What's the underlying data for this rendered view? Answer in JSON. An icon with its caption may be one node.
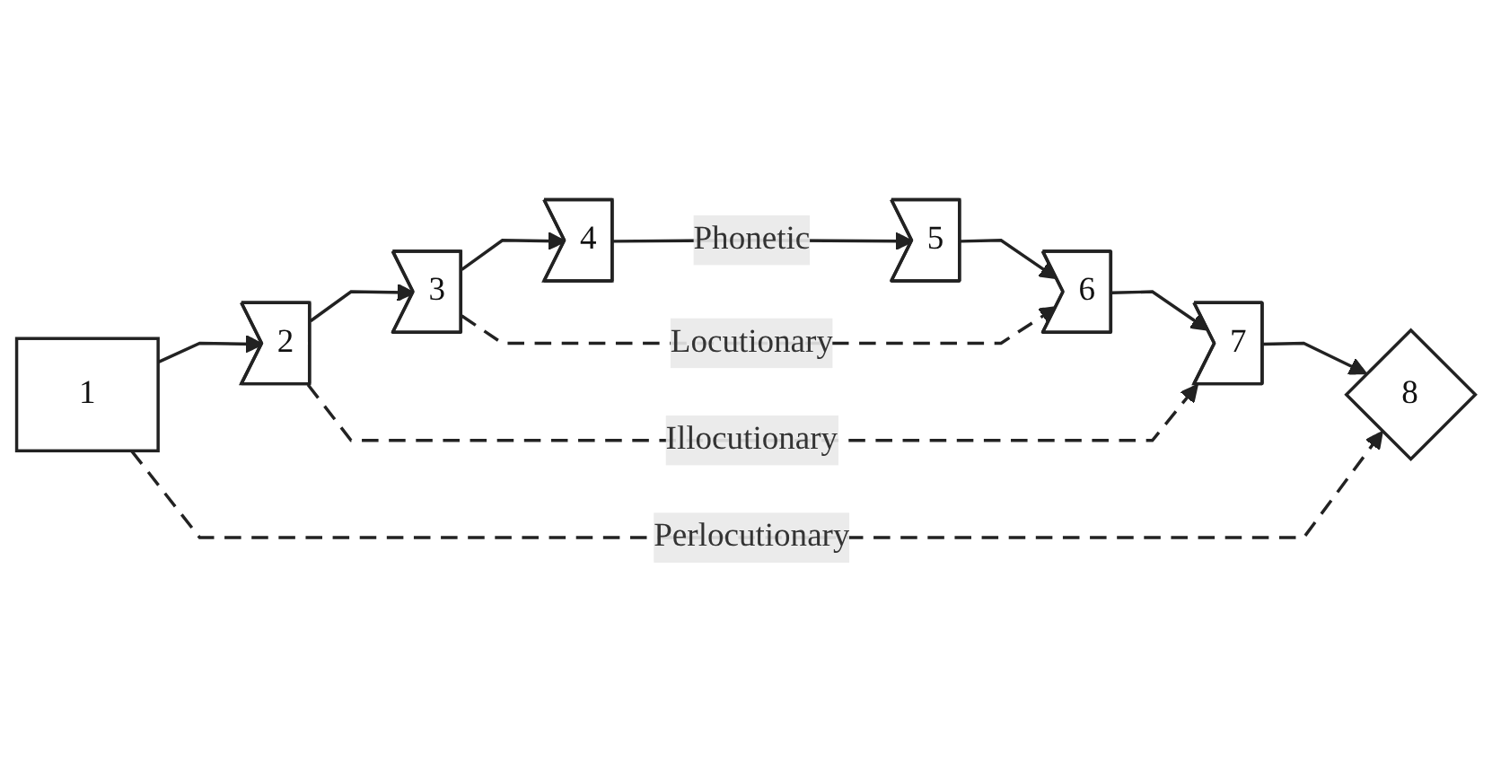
{
  "diagram": {
    "nodes": [
      {
        "text": [
          "1"
        ]
      },
      {
        "text": [
          "2"
        ]
      },
      {
        "text": [
          "3"
        ]
      },
      {
        "text": [
          "4"
        ]
      },
      {
        "text": [
          "5"
        ]
      },
      {
        "text": [
          "6"
        ]
      },
      {
        "text": [
          "7"
        ]
      },
      {
        "text": [
          "8"
        ]
      }
    ],
    "edges": [
      {
        "from": 0,
        "to": 1,
        "arrow": "to"
      },
      {
        "from": 1,
        "to": 2,
        "arrow": "to"
      },
      {
        "from": 2,
        "to": 3,
        "arrow": "to"
      },
      {
        "from": 3,
        "to": 4,
        "arrow": "to",
        "label": "Phonetic"
      },
      {
        "from": 4,
        "to": 5,
        "arrow": "to"
      },
      {
        "from": 5,
        "to": 6,
        "arrow": "to"
      },
      {
        "from": 6,
        "to": 7,
        "arrow": "to"
      },
      {
        "from": 0,
        "to": 7,
        "arrow": "to",
        "label": "Perlocutionary",
        "style": "dashed"
      },
      {
        "from": 1,
        "to": 6,
        "arrow": "to",
        "label": "Illocutionary",
        "style": "dashed"
      },
      {
        "from": 2,
        "to": 5,
        "arrow": "to",
        "label": "Locutionary",
        "style": "dashed"
      }
    ]
  }
}
